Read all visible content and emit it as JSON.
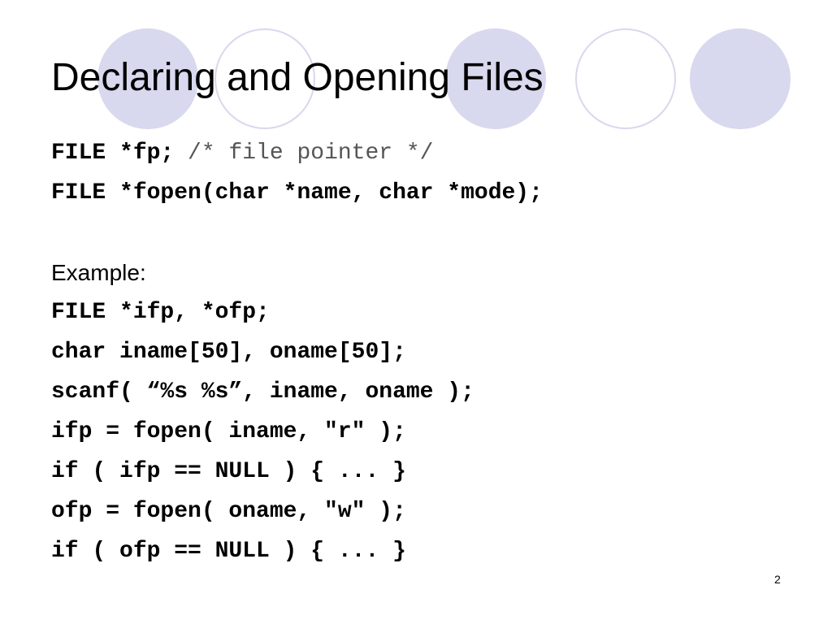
{
  "slide": {
    "title": "Declaring and Opening Files",
    "decor_color": "#d8d8ee",
    "line1": {
      "code": "FILE *fp;",
      "comment": " /* file pointer */"
    },
    "line2": "FILE *fopen(char *name, char *mode);",
    "example_label": "Example:",
    "example_lines": [
      "FILE *ifp, *ofp;",
      "char iname[50], oname[50];",
      "scanf( “%s %s”, iname, oname );",
      "ifp = fopen( iname, \"r\" );",
      "if ( ifp == NULL ) { ... }",
      "ofp = fopen( oname, \"w\" );",
      "if ( ofp == NULL ) { ... }"
    ],
    "page_number": "2"
  }
}
